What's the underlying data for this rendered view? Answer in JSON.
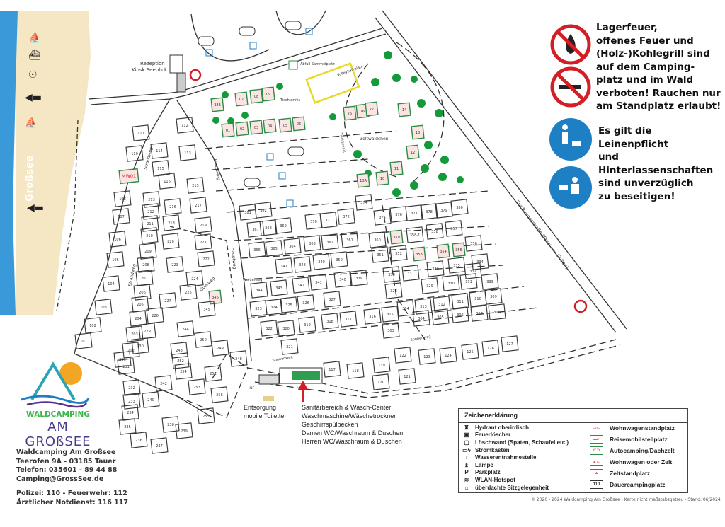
{
  "lake": {
    "name": "Großsee"
  },
  "reception": {
    "line1": "Rezeption",
    "line2": "Kiosk Seeblick"
  },
  "labels": {
    "waste": "Abfall-Sammelplatz",
    "volleyball": "Volleyball-platz",
    "table_tennis_1": "Tischtennis",
    "table_tennis_2": "Tischtennis",
    "tent_grove": "Zeltwäldchen",
    "road_hauptweg_1": "Hauptweg",
    "road_hauptweg_2": "Hauptweg",
    "road_strandweg_1": "Strandweg",
    "road_strandweg_2": "Strandweg",
    "road_querweg": "Querweg",
    "road_wurzelweg": "Wurzelweg",
    "road_sonnenweg_1": "Sonnenweg",
    "road_sonnenweg_2": "Sonnenweg",
    "road_bundesstrasse": "Zur Bundesstraße (Tauer ←→ Guben)",
    "door": "Tür",
    "parking": "P"
  },
  "notices": {
    "fire": [
      "Lagerfeuer,",
      "offenes Feuer und",
      "(Holz-)Kohlegrill sind",
      "auf dem Camping-",
      "platz und im Wald",
      "verboten! Rauchen nur",
      "am Standplatz erlaubt!"
    ],
    "dogs": [
      "Es gilt die",
      "Leinenpflicht",
      "und",
      "Hinterlassenschaften",
      "sind unverzüglich",
      "zu beseitigen!"
    ]
  },
  "facilities": {
    "disposal": [
      "Entsorgung",
      "mobile Toiletten"
    ],
    "sanitary": [
      "Sanitärbereich & Wasch-Center:",
      "Waschmaschine/Wäschetrockner",
      "Geschirrspülbecken",
      "Damen WC/Waschraum & Duschen",
      "Herren WC/Waschraum & Duschen"
    ]
  },
  "logo": {
    "line1": "WALDCAMPING",
    "line2": "AM GROßSEE"
  },
  "contact": {
    "name": "Waldcamping Am Großsee",
    "address": "Teerofen 9A - 03185 Tauer",
    "phone": "Telefon: 035601 - 89 44 88",
    "email": "Camping@GrossSee.de",
    "emergency1": "Polizei: 110 - Feuerwehr: 112",
    "emergency2": "Ärztlicher Notdienst: 116 117"
  },
  "legend": {
    "title": "Zeichenerklärung",
    "symbols": [
      {
        "icon": "hydrant-icon",
        "glyph": "♜",
        "label": "Hydrant oberirdisch"
      },
      {
        "icon": "fire-extinguisher-icon",
        "glyph": "▣",
        "label": "Feuerlöscher"
      },
      {
        "icon": "fire-wall-icon",
        "glyph": "▢",
        "label": "Löschwand (Spaten, Schaufel etc.)"
      },
      {
        "icon": "power-box-icon",
        "glyph": "▭ϟ",
        "label": "Stromkasten"
      },
      {
        "icon": "water-tap-icon",
        "glyph": "♁",
        "label": "Wasserentnahmestelle"
      },
      {
        "icon": "lamp-icon",
        "glyph": "♝",
        "label": "Lampe"
      },
      {
        "icon": "parking-icon",
        "glyph": "P",
        "label": "Parkplatz"
      },
      {
        "icon": "wifi-icon",
        "glyph": "≋",
        "label": "WLAN-Hotspot"
      },
      {
        "icon": "shelter-icon",
        "glyph": "⌂",
        "label": "überdachte Sitzgelegenheit"
      }
    ],
    "plots": [
      {
        "icon": "caravan-plot-icon",
        "glyph": "▭▭",
        "label": "Wohnwagenstandplatz"
      },
      {
        "icon": "motorhome-plot-icon",
        "glyph": "▬▸",
        "label": "Reisemobilstellplatz"
      },
      {
        "icon": "car-camping-icon",
        "glyph": "⊂⊃",
        "label": "Autocamping/Dachzelt"
      },
      {
        "icon": "caravan-or-tent-icon",
        "glyph": "▲▭",
        "label": "Wohnwagen oder Zelt"
      },
      {
        "icon": "tent-plot-icon",
        "glyph": "▲",
        "label": "Zeltstandplatz"
      },
      {
        "icon": "permanent-plot-icon",
        "glyph": "110",
        "label": "Dauercampingplatz"
      }
    ]
  },
  "copyright": "© 2020 - 2024 Waldcamping Am Großsee - Karte nicht maßstabsgetreu - Stand: 06/2024",
  "colors": {
    "lake": "#3a9ad9",
    "sand": "#f5e6c4",
    "touring": "#2e8b47",
    "prohibit": "#d21f26",
    "mandatory": "#1f7fc4",
    "volleyball": "#e8d82a"
  },
  "plots": [
    {
      "label": "111",
      "type": "permanent"
    },
    {
      "label": "110",
      "type": "permanent"
    },
    {
      "label": "MW01",
      "type": "touring"
    },
    {
      "label": "108",
      "type": "permanent"
    },
    {
      "label": "107",
      "type": "permanent"
    },
    {
      "label": "106",
      "type": "permanent"
    },
    {
      "label": "105",
      "type": "permanent"
    },
    {
      "label": "104",
      "type": "permanent"
    },
    {
      "label": "103",
      "type": "permanent"
    },
    {
      "label": "102",
      "type": "permanent"
    },
    {
      "label": "101",
      "type": "permanent"
    },
    {
      "label": "112",
      "type": "permanent"
    },
    {
      "label": "114",
      "type": "permanent"
    },
    {
      "label": "113",
      "type": "permanent"
    },
    {
      "label": "115",
      "type": "permanent"
    },
    {
      "label": "116",
      "type": "permanent"
    },
    {
      "label": "215",
      "type": "permanent"
    },
    {
      "label": "213",
      "type": "permanent"
    },
    {
      "label": "216",
      "type": "permanent"
    },
    {
      "label": "217",
      "type": "permanent"
    },
    {
      "label": "212",
      "type": "permanent"
    },
    {
      "label": "211",
      "type": "permanent"
    },
    {
      "label": "218",
      "type": "permanent"
    },
    {
      "label": "219",
      "type": "permanent"
    },
    {
      "label": "210",
      "type": "permanent"
    },
    {
      "label": "220",
      "type": "permanent"
    },
    {
      "label": "221",
      "type": "permanent"
    },
    {
      "label": "209",
      "type": "permanent"
    },
    {
      "label": "222",
      "type": "permanent"
    },
    {
      "label": "208",
      "type": "permanent"
    },
    {
      "label": "223",
      "type": "permanent"
    },
    {
      "label": "207",
      "type": "permanent"
    },
    {
      "label": "224",
      "type": "permanent"
    },
    {
      "label": "206",
      "type": "permanent"
    },
    {
      "label": "225",
      "type": "permanent"
    },
    {
      "label": "346",
      "type": "touring"
    },
    {
      "label": "345",
      "type": "permanent"
    },
    {
      "label": "227",
      "type": "permanent"
    },
    {
      "label": "205",
      "type": "permanent"
    },
    {
      "label": "204",
      "type": "permanent"
    },
    {
      "label": "226",
      "type": "permanent"
    },
    {
      "label": "229",
      "type": "permanent"
    },
    {
      "label": "203",
      "type": "permanent"
    },
    {
      "label": "230",
      "type": "permanent"
    },
    {
      "label": "202",
      "type": "permanent"
    },
    {
      "label": "244",
      "type": "permanent"
    },
    {
      "label": "250",
      "type": "permanent"
    },
    {
      "label": "243",
      "type": "permanent"
    },
    {
      "label": "249",
      "type": "permanent"
    },
    {
      "label": "201",
      "type": "permanent"
    },
    {
      "label": "252",
      "type": "permanent"
    },
    {
      "label": "231",
      "type": "permanent"
    },
    {
      "label": "232",
      "type": "permanent"
    },
    {
      "label": "233",
      "type": "permanent"
    },
    {
      "label": "234",
      "type": "permanent"
    },
    {
      "label": "235",
      "type": "permanent"
    },
    {
      "label": "236",
      "type": "permanent"
    },
    {
      "label": "237",
      "type": "permanent"
    },
    {
      "label": "238",
      "type": "permanent"
    },
    {
      "label": "239",
      "type": "permanent"
    },
    {
      "label": "240",
      "type": "permanent"
    },
    {
      "label": "242",
      "type": "permanent"
    },
    {
      "label": "251",
      "type": "permanent"
    },
    {
      "label": "254",
      "type": "permanent"
    },
    {
      "label": "253",
      "type": "permanent"
    },
    {
      "label": "256",
      "type": "permanent"
    },
    {
      "label": "255",
      "type": "permanent"
    },
    {
      "label": "248",
      "type": "permanent"
    },
    {
      "label": "381",
      "type": "permanent"
    },
    {
      "label": "382",
      "type": "permanent"
    },
    {
      "label": "374",
      "type": "permanent"
    },
    {
      "label": "375",
      "type": "permanent"
    },
    {
      "label": "376",
      "type": "permanent"
    },
    {
      "label": "377",
      "type": "permanent"
    },
    {
      "label": "378",
      "type": "permanent"
    },
    {
      "label": "379",
      "type": "permanent"
    },
    {
      "label": "380",
      "type": "permanent"
    },
    {
      "label": "367",
      "type": "permanent"
    },
    {
      "label": "368",
      "type": "permanent"
    },
    {
      "label": "369",
      "type": "permanent"
    },
    {
      "label": "370",
      "type": "permanent"
    },
    {
      "label": "371",
      "type": "permanent"
    },
    {
      "label": "372",
      "type": "permanent"
    },
    {
      "label": "366",
      "type": "permanent"
    },
    {
      "label": "365",
      "type": "permanent"
    },
    {
      "label": "364",
      "type": "permanent"
    },
    {
      "label": "363",
      "type": "permanent"
    },
    {
      "label": "362",
      "type": "permanent"
    },
    {
      "label": "361",
      "type": "permanent"
    },
    {
      "label": "360",
      "type": "permanent"
    },
    {
      "label": "359",
      "type": "touring"
    },
    {
      "label": "358-1",
      "type": "permanent"
    },
    {
      "label": "358",
      "type": "permanent"
    },
    {
      "label": "357",
      "type": "permanent"
    },
    {
      "label": "356",
      "type": "permanent"
    },
    {
      "label": "351",
      "type": "permanent"
    },
    {
      "label": "352",
      "type": "permanent"
    },
    {
      "label": "353",
      "type": "touring"
    },
    {
      "label": "354",
      "type": "touring"
    },
    {
      "label": "355",
      "type": "touring"
    },
    {
      "label": "347",
      "type": "permanent"
    },
    {
      "label": "348",
      "type": "permanent"
    },
    {
      "label": "349",
      "type": "permanent"
    },
    {
      "label": "350",
      "type": "permanent"
    },
    {
      "label": "338",
      "type": "permanent"
    },
    {
      "label": "337",
      "type": "permanent"
    },
    {
      "label": "336",
      "type": "permanent"
    },
    {
      "label": "335",
      "type": "permanent"
    },
    {
      "label": "334",
      "type": "permanent"
    },
    {
      "label": "344",
      "type": "permanent"
    },
    {
      "label": "343",
      "type": "permanent"
    },
    {
      "label": "342",
      "type": "permanent"
    },
    {
      "label": "341",
      "type": "permanent"
    },
    {
      "label": "340",
      "type": "permanent"
    },
    {
      "label": "339",
      "type": "permanent"
    },
    {
      "label": "328",
      "type": "permanent"
    },
    {
      "label": "329",
      "type": "permanent"
    },
    {
      "label": "330",
      "type": "permanent"
    },
    {
      "label": "331",
      "type": "permanent"
    },
    {
      "label": "332",
      "type": "permanent"
    },
    {
      "label": "333",
      "type": "permanent"
    },
    {
      "label": "323",
      "type": "permanent"
    },
    {
      "label": "324",
      "type": "permanent"
    },
    {
      "label": "325",
      "type": "permanent"
    },
    {
      "label": "326",
      "type": "permanent"
    },
    {
      "label": "327",
      "type": "permanent"
    },
    {
      "label": "314",
      "type": "permanent"
    },
    {
      "label": "313",
      "type": "permanent"
    },
    {
      "label": "312",
      "type": "permanent"
    },
    {
      "label": "311",
      "type": "permanent"
    },
    {
      "label": "310",
      "type": "permanent"
    },
    {
      "label": "309",
      "type": "permanent"
    },
    {
      "label": "322",
      "type": "permanent"
    },
    {
      "label": "320",
      "type": "permanent"
    },
    {
      "label": "319",
      "type": "permanent"
    },
    {
      "label": "318",
      "type": "permanent"
    },
    {
      "label": "317",
      "type": "permanent"
    },
    {
      "label": "316",
      "type": "permanent"
    },
    {
      "label": "315",
      "type": "permanent"
    },
    {
      "label": "304",
      "type": "permanent"
    },
    {
      "label": "305",
      "type": "permanent"
    },
    {
      "label": "306",
      "type": "permanent"
    },
    {
      "label": "307",
      "type": "permanent"
    },
    {
      "label": "308",
      "type": "permanent"
    },
    {
      "label": "303",
      "type": "permanent"
    },
    {
      "label": "321",
      "type": "permanent"
    },
    {
      "label": "122",
      "type": "permanent"
    },
    {
      "label": "123",
      "type": "permanent"
    },
    {
      "label": "124",
      "type": "permanent"
    },
    {
      "label": "125",
      "type": "permanent"
    },
    {
      "label": "126",
      "type": "permanent"
    },
    {
      "label": "127",
      "type": "permanent"
    },
    {
      "label": "117",
      "type": "permanent"
    },
    {
      "label": "118",
      "type": "permanent"
    },
    {
      "label": "119",
      "type": "permanent"
    },
    {
      "label": "120",
      "type": "permanent"
    },
    {
      "label": "121",
      "type": "permanent"
    },
    {
      "label": "01",
      "type": "touring"
    },
    {
      "label": "02",
      "type": "touring"
    },
    {
      "label": "03",
      "type": "touring"
    },
    {
      "label": "04",
      "type": "touring"
    },
    {
      "label": "05",
      "type": "touring"
    },
    {
      "label": "06",
      "type": "touring"
    },
    {
      "label": "07",
      "type": "touring"
    },
    {
      "label": "08",
      "type": "touring"
    },
    {
      "label": "09",
      "type": "touring"
    },
    {
      "label": "383",
      "type": "touring"
    },
    {
      "label": "75",
      "type": "touring"
    },
    {
      "label": "76",
      "type": "touring"
    },
    {
      "label": "77",
      "type": "touring"
    },
    {
      "label": "14",
      "type": "touring"
    },
    {
      "label": "13",
      "type": "touring"
    },
    {
      "label": "12",
      "type": "touring"
    },
    {
      "label": "11",
      "type": "touring"
    },
    {
      "label": "10",
      "type": "touring"
    },
    {
      "label": "10A",
      "type": "touring"
    }
  ]
}
